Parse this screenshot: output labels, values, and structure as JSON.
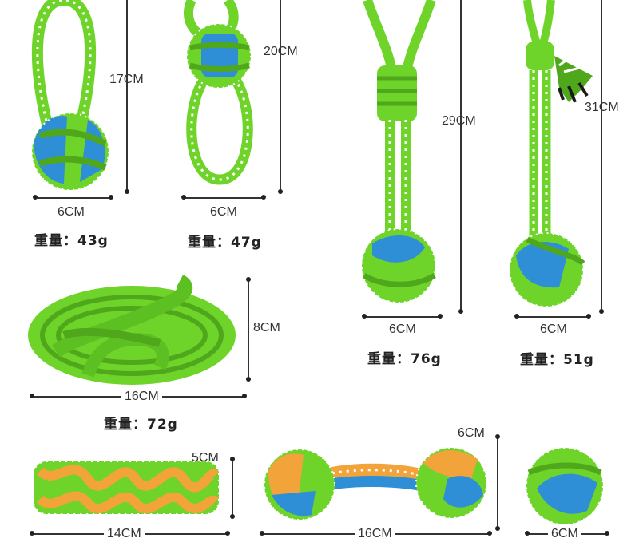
{
  "products": [
    {
      "id": "p1",
      "width_label": "6CM",
      "height_label": "17CM",
      "weight_label": "重量：",
      "weight_value": "43g"
    },
    {
      "id": "p2",
      "width_label": "6CM",
      "height_label": "20CM",
      "weight_label": "重量：",
      "weight_value": "47g"
    },
    {
      "id": "p3",
      "width_label": "6CM",
      "height_label": "29CM",
      "weight_label": "重量：",
      "weight_value": "76g"
    },
    {
      "id": "p4",
      "width_label": "6CM",
      "height_label": "31CM",
      "weight_label": "重量：",
      "weight_value": "51g"
    },
    {
      "id": "p5",
      "width_label": "16CM",
      "height_label": "8CM",
      "weight_label": "重量：",
      "weight_value": "72g"
    },
    {
      "id": "p6",
      "width_label": "14CM",
      "height_label": "5CM"
    },
    {
      "id": "p7",
      "width_label": "16CM",
      "height_label": "6CM"
    },
    {
      "id": "p8",
      "width_label": "6CM"
    }
  ],
  "colors": {
    "rope_green": "#6fd42a",
    "rope_dark": "#4fa81c",
    "rope_blue": "#2f8fd6",
    "rope_orange": "#f2a43a",
    "line": "#333333"
  },
  "icons": [
    "rope-loop-ball-image",
    "rope-figure-eight-image",
    "rope-long-ball-image",
    "rope-tassel-ball-image",
    "rope-sandal-image",
    "rope-stick-image",
    "rope-dumbbell-image",
    "rope-ball-image"
  ]
}
